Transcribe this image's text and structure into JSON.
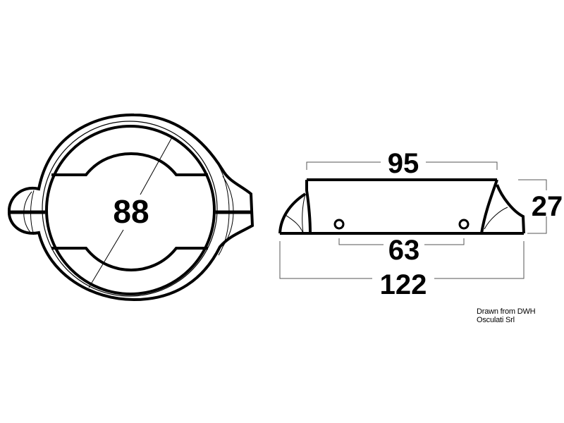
{
  "top_view": {
    "diameter_label": "88"
  },
  "side_view": {
    "top_length_label": "95",
    "hole_spacing_label": "63",
    "overall_length_label": "122",
    "height_label": "27"
  },
  "credit": "Drawn from DWH Osculati Srl",
  "colors": {
    "line": "#000000",
    "background": "#ffffff"
  }
}
